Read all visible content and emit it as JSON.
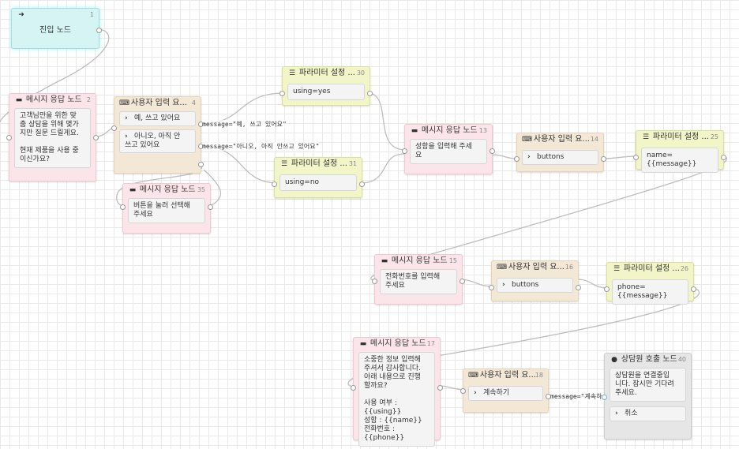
{
  "nodes": {
    "n1": {
      "num": "1",
      "title": "진입 노드"
    },
    "n2": {
      "num": "2",
      "title": "메시지 응답 노드",
      "text": "고객님만을 위한 맞\n춤 상담을 위해 몇가\n지만 질문 드릴게요.\n\n현재 제품을 사용 중\n이신가요?"
    },
    "n4": {
      "num": "4",
      "title": "사용자 입력 요...",
      "buttons": [
        "예, 쓰고 있어요",
        "아니오, 아직 안\n쓰고 있어요"
      ]
    },
    "n30": {
      "num": "30",
      "title": "파라미터 설정 ...",
      "text": "using=yes"
    },
    "n31": {
      "num": "31",
      "title": "파라미터 설정 ...",
      "text": "using=no"
    },
    "n35": {
      "num": "35",
      "title": "메시지 응답 노드",
      "text": "버튼을 눌러 선택해\n주세요"
    },
    "n13": {
      "num": "13",
      "title": "메시지 응답 노드",
      "text": "성함을 입력해 주세\n요"
    },
    "n14": {
      "num": "14",
      "title": "사용자 입력 요...",
      "buttons": [
        "buttons"
      ]
    },
    "n25": {
      "num": "25",
      "title": "파라미터 설정 ...",
      "text": "name={{message}}"
    },
    "n15": {
      "num": "15",
      "title": "메시지 응답 노드",
      "text": "전화번호를 입력해\n주세요"
    },
    "n16": {
      "num": "16",
      "title": "사용자 입력 요...",
      "buttons": [
        "buttons"
      ]
    },
    "n26": {
      "num": "26",
      "title": "파라미터 설정 ...",
      "text": "phone={{message}}"
    },
    "n17": {
      "num": "17",
      "title": "메시지 응답 노드",
      "text": "소중한 정보 입력해\n주셔서 감사합니다.\n아래 내용으로 진행\n할까요?\n\n사용 여부 : {{using}}\n성함 : {{name}}\n전화번호 : {{phone}}"
    },
    "n18": {
      "num": "18",
      "title": "사용자 입력 요...",
      "buttons": [
        "계속하기"
      ]
    },
    "n40": {
      "num": "40",
      "title": "상담원 호출 노드",
      "text": "상담원을 연결중입\n니다. 잠시만 기다려\n주세요.",
      "buttons": [
        "취소"
      ]
    }
  },
  "edge_labels": {
    "yes": "message=\"예, 쓰고 있어요\"",
    "no": "message=\"아니오, 아직 안쓰고 있어요\"",
    "cont": "message=\"계속하"
  },
  "icons": {
    "message": "speech-bubble-icon",
    "input": "keyboard-icon",
    "param": "list-icon",
    "entry": "sign-in-icon",
    "agent": "person-icon",
    "button": "chevron-right-icon"
  },
  "colors": {
    "message": "#fbe5ea",
    "input": "#f3e7d6",
    "param": "#f1f5c8",
    "entry": "#d7f4f4",
    "agent": "#e6e6e6",
    "wire": "#bdbdbd"
  }
}
